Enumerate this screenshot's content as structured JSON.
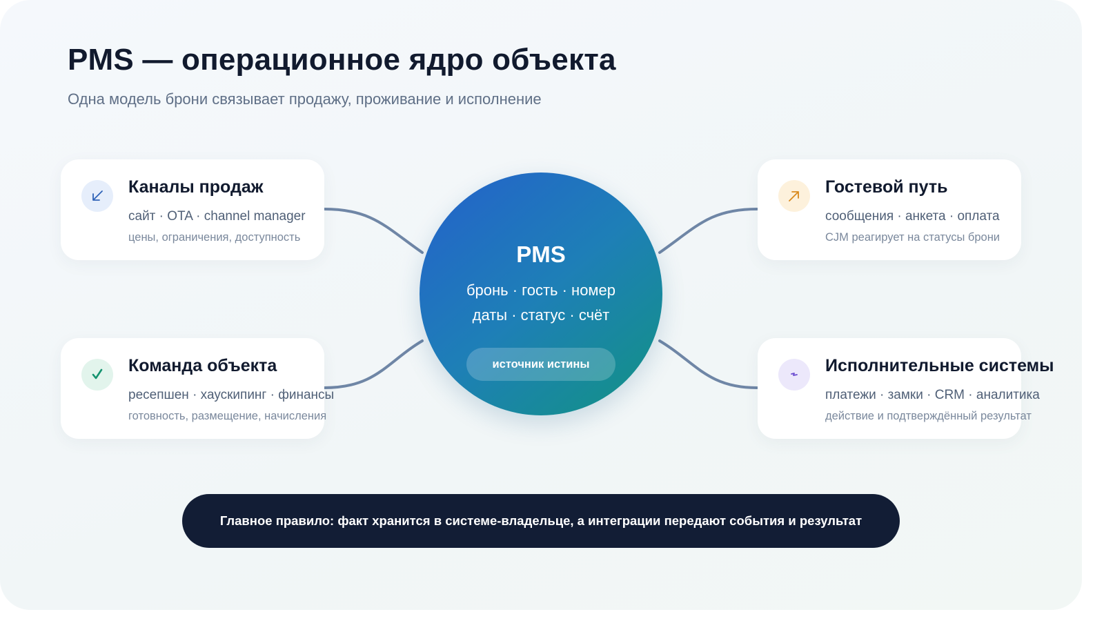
{
  "header": {
    "title": "PMS — операционное ядро объекта",
    "subtitle": "Одна модель брони связывает продажу, проживание и исполнение"
  },
  "hub": {
    "title": "PMS",
    "line1": "бронь · гость · номер",
    "line2": "даты · статус · счёт",
    "pill": "источник истины"
  },
  "cards": {
    "sales": {
      "title": "Каналы продаж",
      "items": "сайт · OTA · channel manager",
      "note": "цены, ограничения, доступность",
      "icon": "arrow-down-left-icon",
      "accent": "#2f63b8",
      "icon_bg": "#e6eefb"
    },
    "guest": {
      "title": "Гостевой путь",
      "items": "сообщения · анкета · оплата",
      "note": "CJM реагирует на статусы брони",
      "icon": "arrow-up-right-icon",
      "accent": "#d98a1e",
      "icon_bg": "#fdf1dc"
    },
    "team": {
      "title": "Команда объекта",
      "items": "ресепшен · хаускипинг · финансы",
      "note": "готовность, размещение, начисления",
      "icon": "check-icon",
      "accent": "#14936f",
      "icon_bg": "#e2f4ec"
    },
    "systems": {
      "title": "Исполнительные системы",
      "items": "платежи · замки · CRM · аналитика",
      "note": "действие и подтверждённый результат",
      "icon": "lightning-icon",
      "accent": "#6a4bd0",
      "icon_bg": "#ece8fb"
    }
  },
  "banner": {
    "text": "Главное правило: факт хранится в системе-владельце, а интеграции передают события и результат"
  },
  "colors": {
    "connector": "#6f86a6",
    "hub_start": "#2461cb",
    "hub_end": "#129382",
    "banner_bg": "#121d35"
  }
}
